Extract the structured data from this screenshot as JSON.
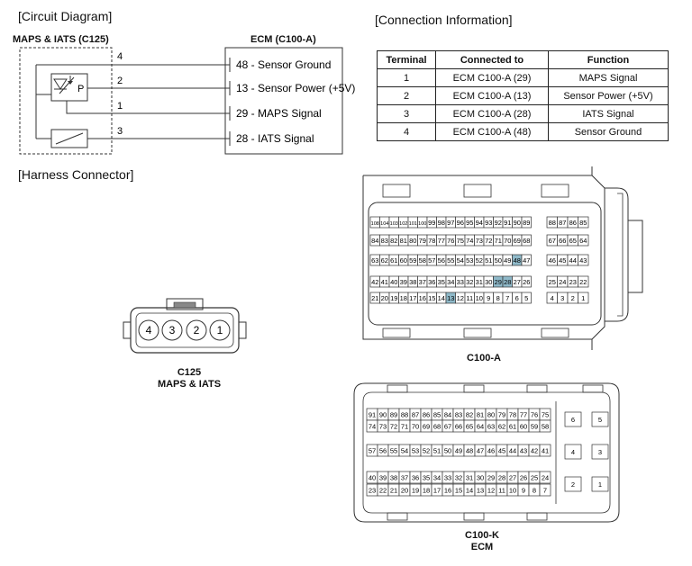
{
  "sections": {
    "circuit": "[Circuit Diagram]",
    "connection": "[Connection Information]",
    "harness": "[Harness Connector]"
  },
  "sensor_label": "MAPS  & IATS (C125)",
  "ecm_label": "ECM (C100-A)",
  "pins": [
    {
      "sensor_pin": "4",
      "ecm_text": "48 - Sensor Ground"
    },
    {
      "sensor_pin": "2",
      "ecm_text": "13 - Sensor Power (+5V)"
    },
    {
      "sensor_pin": "1",
      "ecm_text": "29 - MAPS Signal"
    },
    {
      "sensor_pin": "3",
      "ecm_text": "28 - IATS Signal"
    }
  ],
  "pressure_symbol": "P",
  "table": {
    "headers": [
      "Terminal",
      "Connected to",
      "Function"
    ],
    "rows": [
      [
        "1",
        "ECM C100-A (29)",
        "MAPS Signal"
      ],
      [
        "2",
        "ECM C100-A (13)",
        "Sensor Power (+5V)"
      ],
      [
        "3",
        "ECM C100-A (28)",
        "IATS Signal"
      ],
      [
        "4",
        "ECM C100-A (48)",
        "Sensor Ground"
      ]
    ]
  },
  "c125": {
    "pins": [
      "4",
      "3",
      "2",
      "1"
    ],
    "caption1": "C125",
    "caption2": "MAPS & IATS"
  },
  "c100a": {
    "caption": "C100-A",
    "main_rows": [
      [
        "108",
        "104",
        "103",
        "102",
        "101",
        "100",
        "99",
        "98",
        "97",
        "96",
        "95",
        "94",
        "93",
        "92",
        "91",
        "90",
        "89"
      ],
      [
        "84",
        "83",
        "82",
        "81",
        "80",
        "79",
        "78",
        "77",
        "76",
        "75",
        "74",
        "73",
        "72",
        "71",
        "70",
        "69",
        "68"
      ],
      [
        "63",
        "62",
        "61",
        "60",
        "59",
        "58",
        "57",
        "56",
        "55",
        "54",
        "53",
        "52",
        "51",
        "50",
        "49",
        "48",
        "47"
      ],
      [
        "42",
        "41",
        "40",
        "39",
        "38",
        "37",
        "36",
        "35",
        "34",
        "33",
        "32",
        "31",
        "30",
        "29",
        "28",
        "27",
        "26"
      ],
      [
        "21",
        "20",
        "19",
        "18",
        "17",
        "16",
        "15",
        "14",
        "13",
        "12",
        "11",
        "10",
        "9",
        "8",
        "7",
        "6",
        "5"
      ]
    ],
    "side_rows": [
      [
        "88",
        "87",
        "86",
        "85"
      ],
      [
        "67",
        "66",
        "65",
        "64"
      ],
      [
        "46",
        "45",
        "44",
        "43"
      ],
      [
        "25",
        "24",
        "23",
        "22"
      ],
      [
        "4",
        "3",
        "2",
        "1"
      ]
    ],
    "highlighted": [
      "48",
      "29",
      "28",
      "13"
    ],
    "highlight_color": "#8fb9c9"
  },
  "c100k": {
    "caption1": "C100-K",
    "caption2": "ECM",
    "main_rows": [
      [
        "91",
        "90",
        "89",
        "88",
        "87",
        "86",
        "85",
        "84",
        "83",
        "82",
        "81",
        "80",
        "79",
        "78",
        "77",
        "76",
        "75"
      ],
      [
        "74",
        "73",
        "72",
        "71",
        "70",
        "69",
        "68",
        "67",
        "66",
        "65",
        "64",
        "63",
        "62",
        "61",
        "60",
        "59",
        "58"
      ],
      [
        "57",
        "56",
        "55",
        "54",
        "53",
        "52",
        "51",
        "50",
        "49",
        "48",
        "47",
        "46",
        "45",
        "44",
        "43",
        "42",
        "41"
      ],
      [
        "40",
        "39",
        "38",
        "37",
        "36",
        "35",
        "34",
        "33",
        "32",
        "31",
        "30",
        "29",
        "28",
        "27",
        "26",
        "25",
        "24"
      ],
      [
        "23",
        "22",
        "21",
        "20",
        "19",
        "18",
        "17",
        "16",
        "15",
        "14",
        "13",
        "12",
        "11",
        "10",
        "9",
        "8",
        "7"
      ]
    ],
    "side_pins": [
      [
        "6",
        "5"
      ],
      [
        "4",
        "3"
      ],
      [
        "2",
        "1"
      ]
    ]
  }
}
